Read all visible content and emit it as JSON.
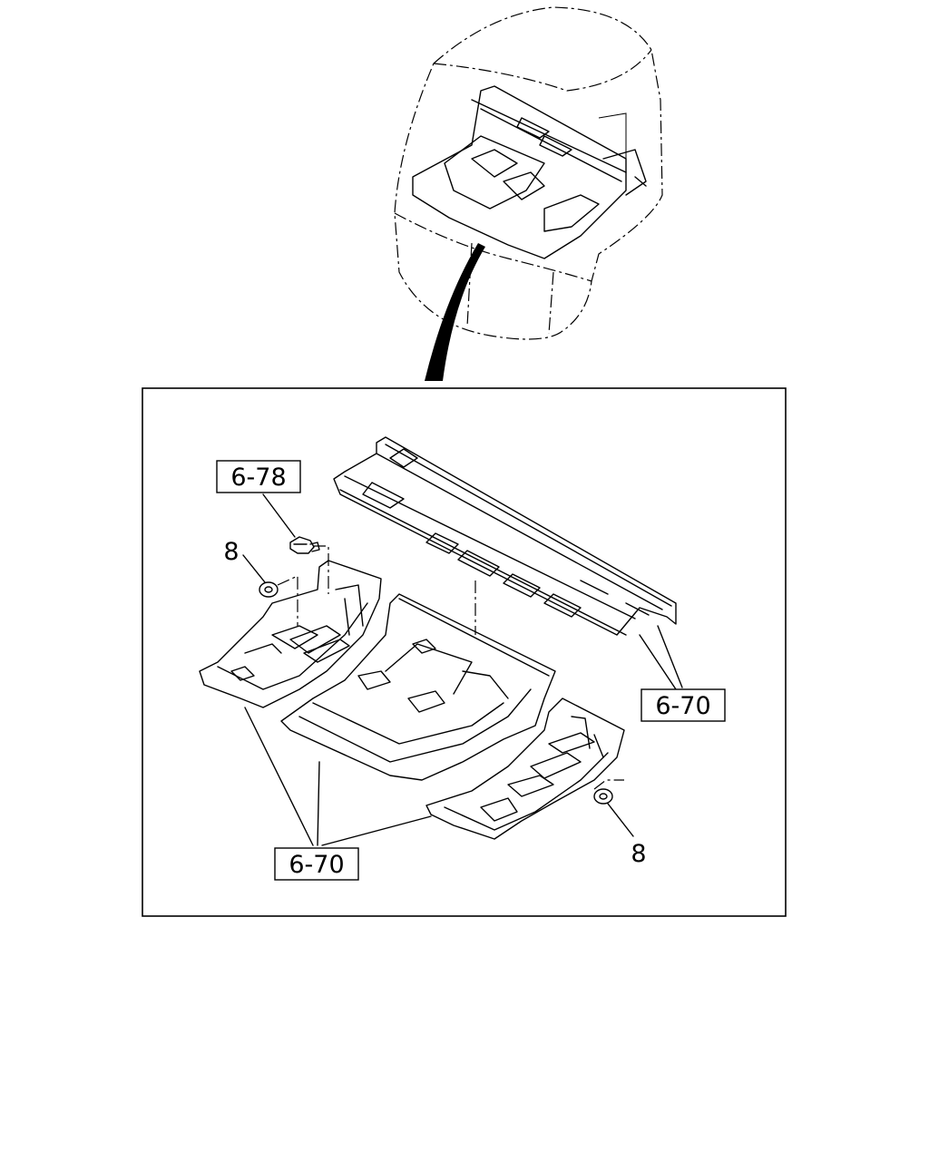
{
  "labels": {
    "ref_top": "6-78",
    "ref_right": "6-70",
    "ref_bottom": "6-70",
    "item_left": "8",
    "item_right": "8"
  }
}
